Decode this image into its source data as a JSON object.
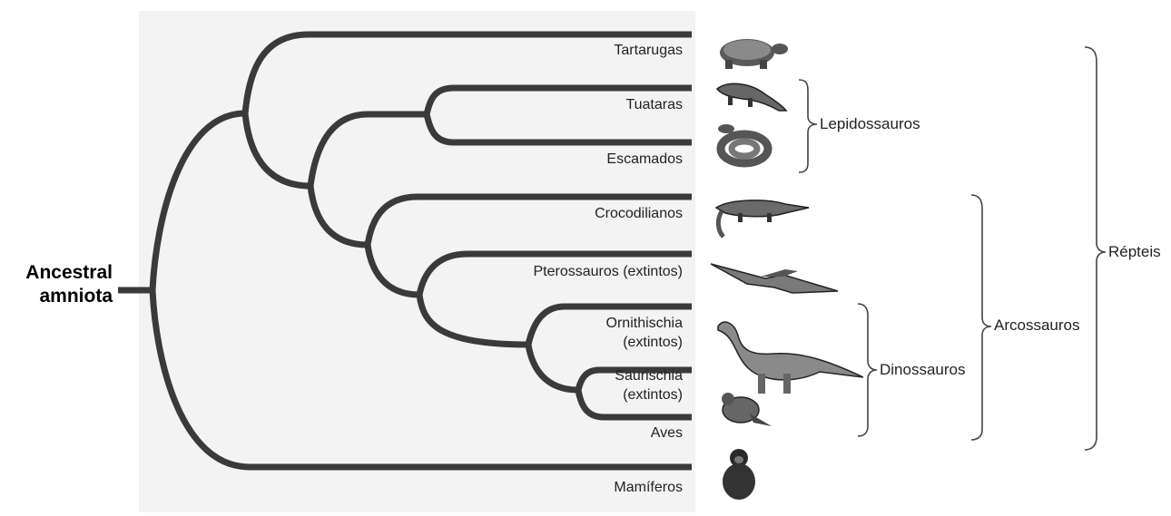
{
  "root": {
    "line1": "Ancestral",
    "line2": "amniota"
  },
  "taxa": [
    {
      "line1": "Tartarugas",
      "line2": "",
      "icon": "turtle-icon"
    },
    {
      "line1": "Tuataras",
      "line2": "",
      "icon": "tuatara-icon"
    },
    {
      "line1": "Escamados",
      "line2": "",
      "icon": "snake-icon"
    },
    {
      "line1": "Crocodilianos",
      "line2": "",
      "icon": "crocodile-icon"
    },
    {
      "line1": "Pterossauros (extintos)",
      "line2": "",
      "icon": "pterosaur-icon"
    },
    {
      "line1": "Ornithischia",
      "line2": "(extintos)",
      "icon": "sauropod-icon"
    },
    {
      "line1": "Saurischia",
      "line2": "(extintos)",
      "icon": ""
    },
    {
      "line1": "Aves",
      "line2": "",
      "icon": "pigeon-icon"
    },
    {
      "line1": "Mamíferos",
      "line2": "",
      "icon": "chimpanzee-icon"
    }
  ],
  "groups": {
    "lepidossauros": "Lepidossauros",
    "dinossauros": "Dinossauros",
    "arcossauros": "Arcossauros",
    "repteis": "Répteis"
  },
  "colors": {
    "branch": "#3a3a3a",
    "panel": "#f3f3f3",
    "bracket": "#444444"
  }
}
